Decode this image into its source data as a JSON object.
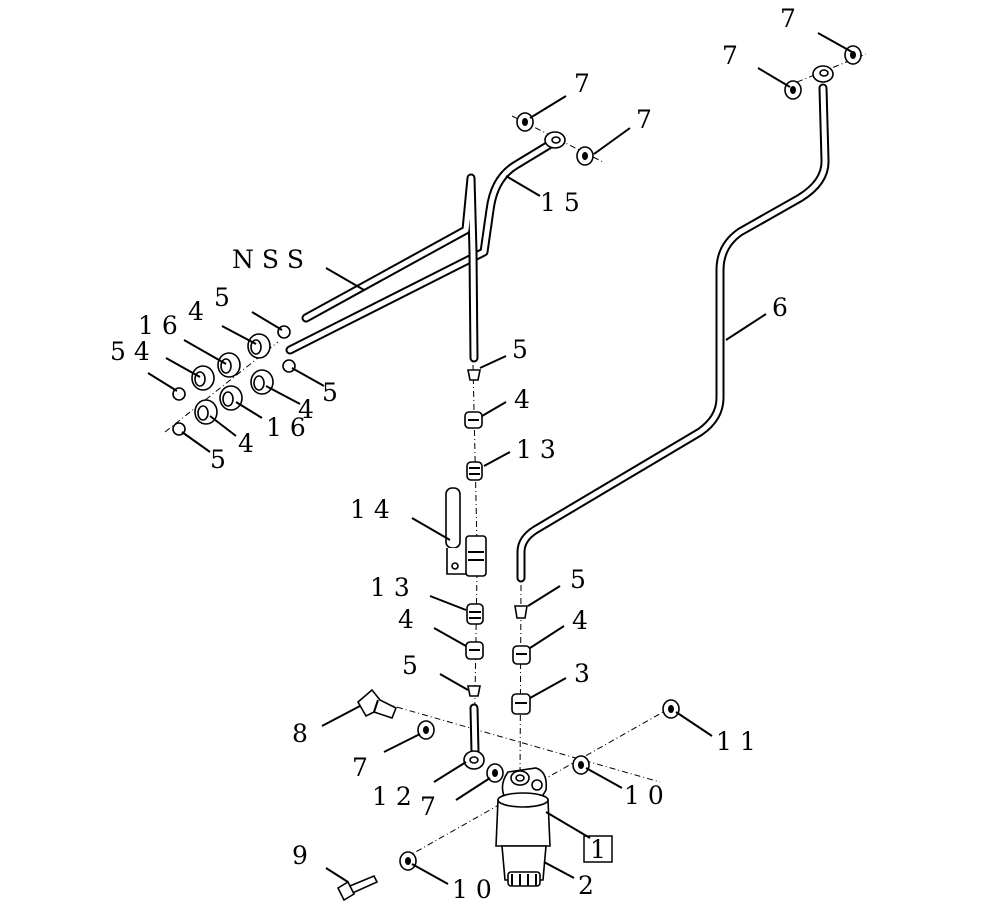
{
  "diagram": {
    "callouts": {
      "c7a": "7",
      "c7b": "7",
      "c7c": "7",
      "c7d": "7",
      "c15": "1 5",
      "cNSS": "N S S",
      "c6": "6",
      "c5a": "5",
      "c4a": "4",
      "c16a": "1 6",
      "c54": "5 4",
      "c5b": "5",
      "c4b": "4",
      "c16b": "1 6",
      "c5c": "5",
      "c4c": "4",
      "c5d": "5",
      "c4d": "4",
      "c13a": "1 3",
      "c14": "1 4",
      "c13b": "1 3",
      "c4e": "4",
      "c5e": "5",
      "c4f": "4",
      "c5f": "5",
      "c3": "3",
      "c8": "8",
      "c7e": "7",
      "c12": "1 2",
      "c7f": "7",
      "c10a": "1 0",
      "c11": "1 1",
      "c1": "1",
      "c2": "2",
      "c9": "9",
      "c10b": "1 0"
    }
  }
}
